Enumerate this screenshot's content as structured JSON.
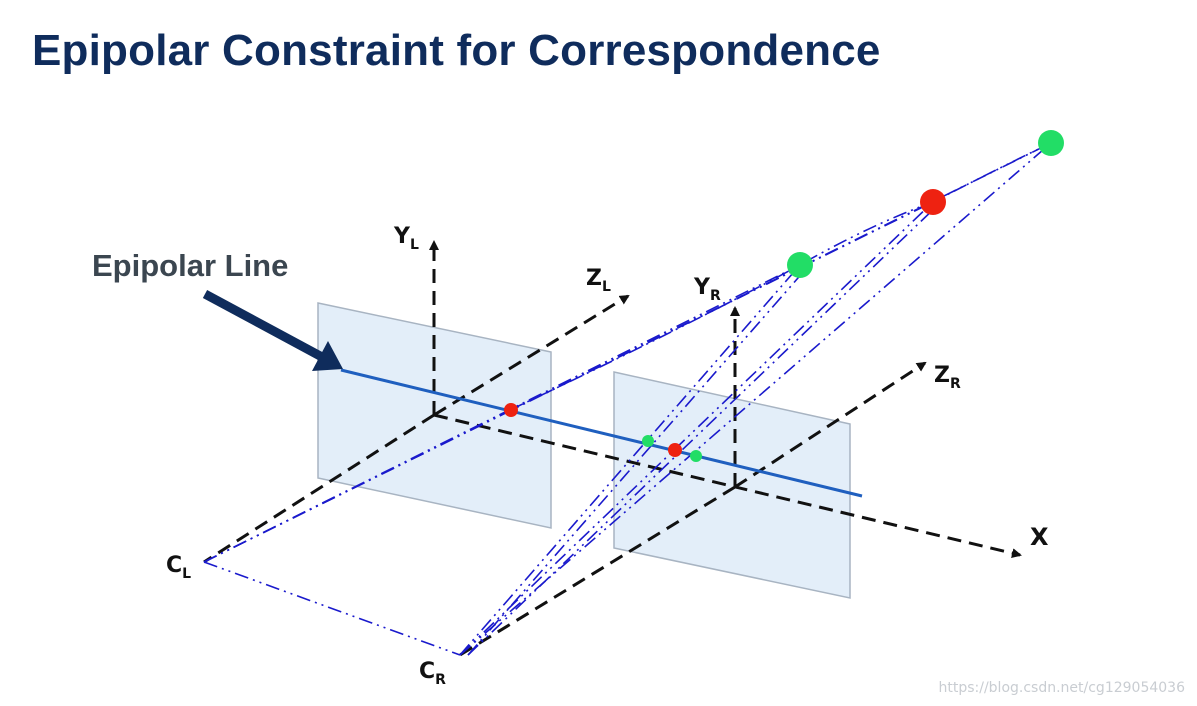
{
  "title": "Epipolar Constraint for Correspondence",
  "callout": {
    "text": "Epipolar Line"
  },
  "labels": {
    "yl": {
      "main": "Y",
      "sub": "L"
    },
    "zl": {
      "main": "Z",
      "sub": "L"
    },
    "yr": {
      "main": "Y",
      "sub": "R"
    },
    "zr": {
      "main": "Z",
      "sub": "R"
    },
    "x": "X",
    "cl": {
      "main": "C",
      "sub": "L"
    },
    "cr": {
      "main": "C",
      "sub": "R"
    }
  },
  "watermark": "https://blog.csdn.net/cg129054036",
  "colors": {
    "title": "#0f2c5c",
    "callout_arrow": "#0f2c5c",
    "epipolar_line": "#1f5fbf",
    "rays": "#1a1acc",
    "axes": "#111111",
    "image_plane_fill": "#e3eef9",
    "image_plane_stroke": "#a8b4c2",
    "point_red": "#ee2211",
    "point_green": "#22dd66"
  }
}
